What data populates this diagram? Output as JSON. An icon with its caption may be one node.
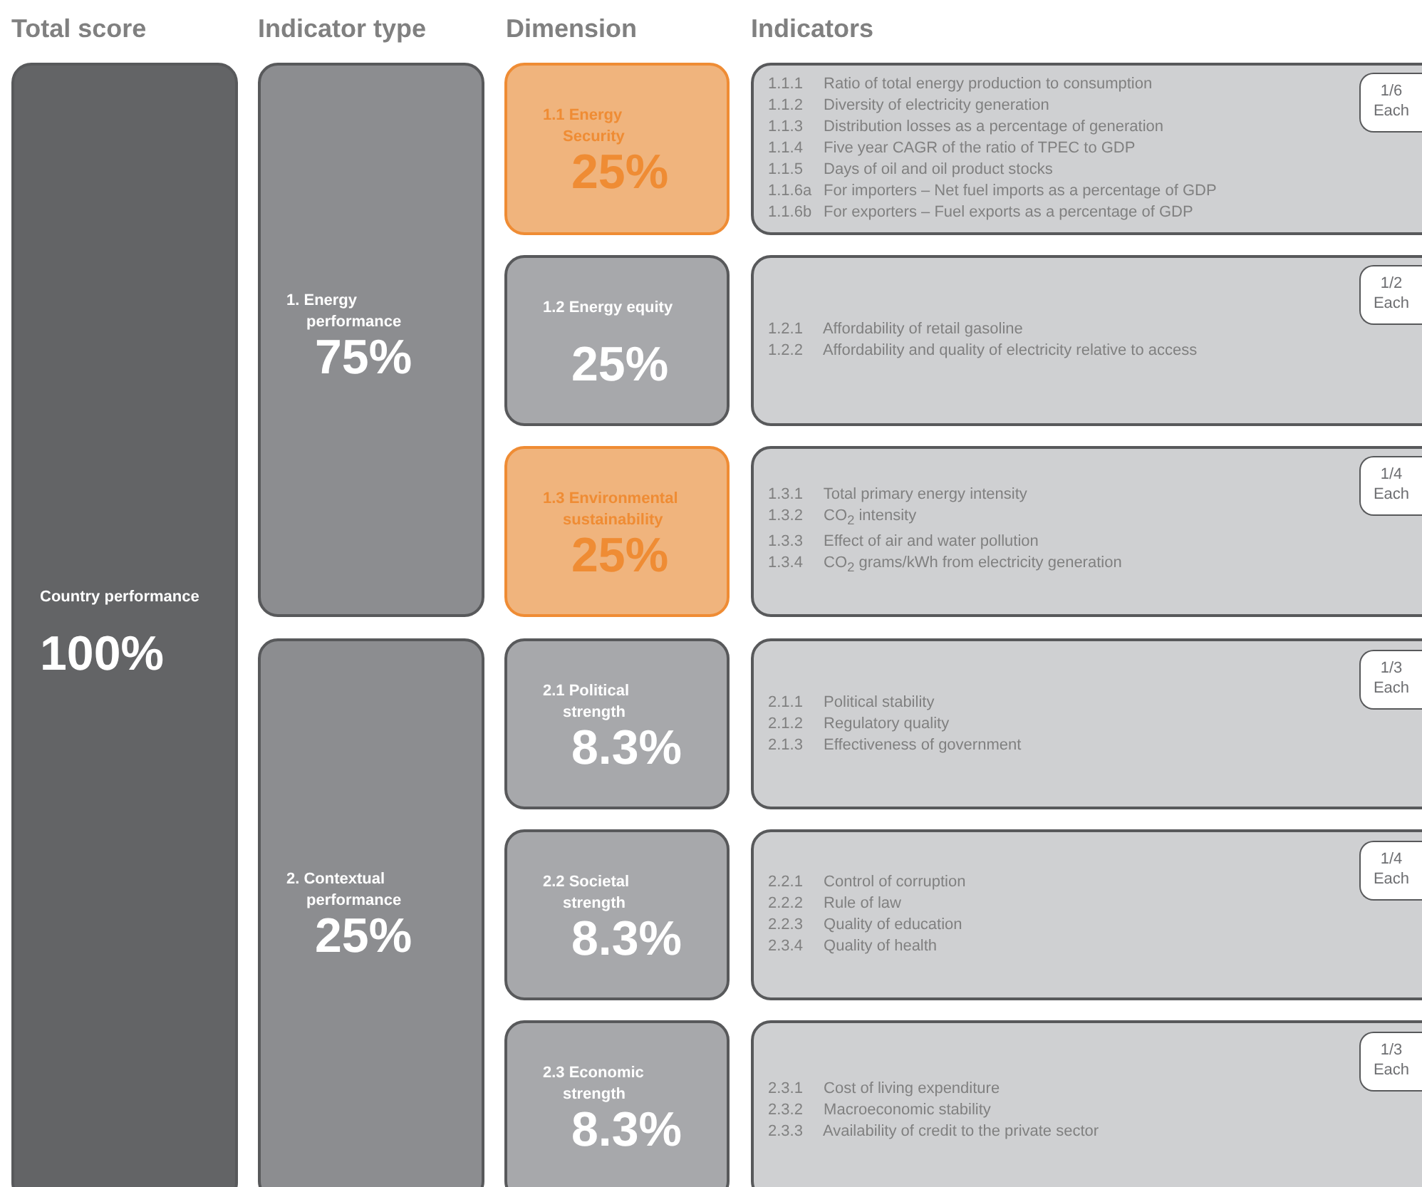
{
  "diagram": {
    "nodes": [
      {
        "text": [
          "Country performance",
          "100%"
        ]
      },
      {
        "text": [
          "1. Energy performance",
          "75%"
        ]
      },
      {
        "text": [
          "2. Contextual performance",
          "25%"
        ]
      },
      {
        "text": [
          "1.1 Energy Security",
          "25%"
        ]
      },
      {
        "text": [
          "1.2 Energy equity",
          "25%"
        ]
      },
      {
        "text": [
          "1.3 Environmental sustainability",
          "25%"
        ]
      },
      {
        "text": [
          "2.1 Political strength",
          "8.3%"
        ]
      },
      {
        "text": [
          "2.2 Societal strength",
          "8.3%"
        ]
      },
      {
        "text": [
          "2.3 Economic strength",
          "8.3%"
        ]
      },
      {
        "text": [
          "1.1.1 Ratio of total energy production to consumption",
          "1.1.2 Diversity of electricity generation",
          "1.1.3 Distribution losses as a percentage of generation",
          "1.1.4 Five year CAGR of the ratio of TPEC to GDP",
          "1.1.5 Days of oil and oil product stocks",
          "1.1.6a For importers – Net fuel imports as a percentage of GDP",
          "1.1.6b For exporters – Fuel exports as a percentage of GDP"
        ]
      },
      {
        "text": [
          "1.2.1 Affordability of retail gasoline",
          "1.2.2 Affordability and quality of electricity relative to access"
        ]
      },
      {
        "text": [
          "1.3.1 Total primary energy intensity",
          "1.3.2 CO$_{2}$ intensity",
          "1.3.3 Effect of air and water pollution",
          "1.3.4 CO$_{2}$ grams/kWh from electricity generation"
        ]
      },
      {
        "text": [
          "2.1.1 Political stability",
          "2.1.2 Regulatory quality",
          "2.1.3 Effectiveness of government"
        ]
      },
      {
        "text": [
          "2.2.1 Control of corruption",
          "2.2.2 Rule of law",
          "2.2.3 Quality of education",
          "2.3.4 Quality of health"
        ]
      },
      {
        "text": [
          "2.3.1 Cost of living expenditure",
          "2.3.2 Macroeconomic stability",
          "2.3.3 Availability of credit to the private sector"
        ]
      },
      {
        "text": [
          "1/6 Each"
        ],
        "in": 9
      },
      {
        "text": [
          "1/2 Each"
        ],
        "in": 10
      },
      {
        "text": [
          "1/4 Each"
        ],
        "in": 11
      },
      {
        "text": [
          "1/3 Each"
        ],
        "in": 12
      },
      {
        "text": [
          "1/4 Each"
        ],
        "in": 13
      },
      {
        "text": [
          "1/3 Each"
        ],
        "in": 14
      }
    ],
    "labels": [
      "Total score",
      "Indicator type",
      "Dimension",
      "Indicators"
    ]
  }
}
